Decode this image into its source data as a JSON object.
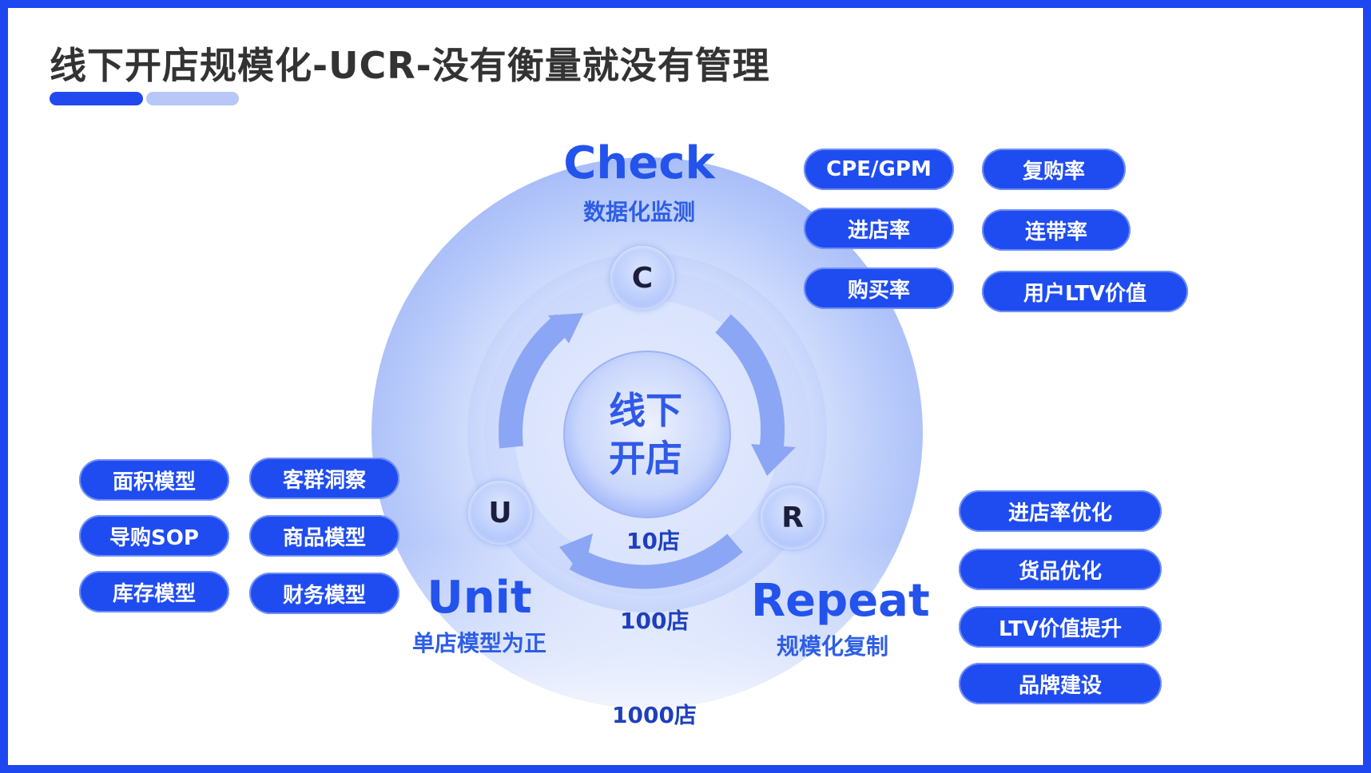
{
  "title": "线下开店规模化-UCR-没有衡量就没有管理",
  "colors": {
    "brand": "#1f47f0",
    "pill": "#1f4cf0",
    "accent_light": "#b7c7f7",
    "text_dark": "#333333"
  },
  "center": {
    "line1": "线下",
    "line2": "开店"
  },
  "nodes": {
    "c": "C",
    "u": "U",
    "r": "R"
  },
  "phases": {
    "check": {
      "en": "Check",
      "cn": "数据化监测"
    },
    "unit": {
      "en": "Unit",
      "cn": "单店模型为正"
    },
    "repeat": {
      "en": "Repeat",
      "cn": "规模化复制"
    }
  },
  "stages": {
    "s10": "10店",
    "s100": "100店",
    "s1000": "1000店"
  },
  "check_pills": {
    "col1": [
      "CPE/GPM",
      "进店率",
      "购买率"
    ],
    "col2": [
      "复购率",
      "连带率",
      "用户LTV价值"
    ]
  },
  "unit_pills": {
    "col1": [
      "面积模型",
      "导购SOP",
      "库存模型"
    ],
    "col2": [
      "客群洞察",
      "商品模型",
      "财务模型"
    ]
  },
  "repeat_pills": [
    "进店率优化",
    "货品优化",
    "LTV价值提升",
    "品牌建设"
  ]
}
